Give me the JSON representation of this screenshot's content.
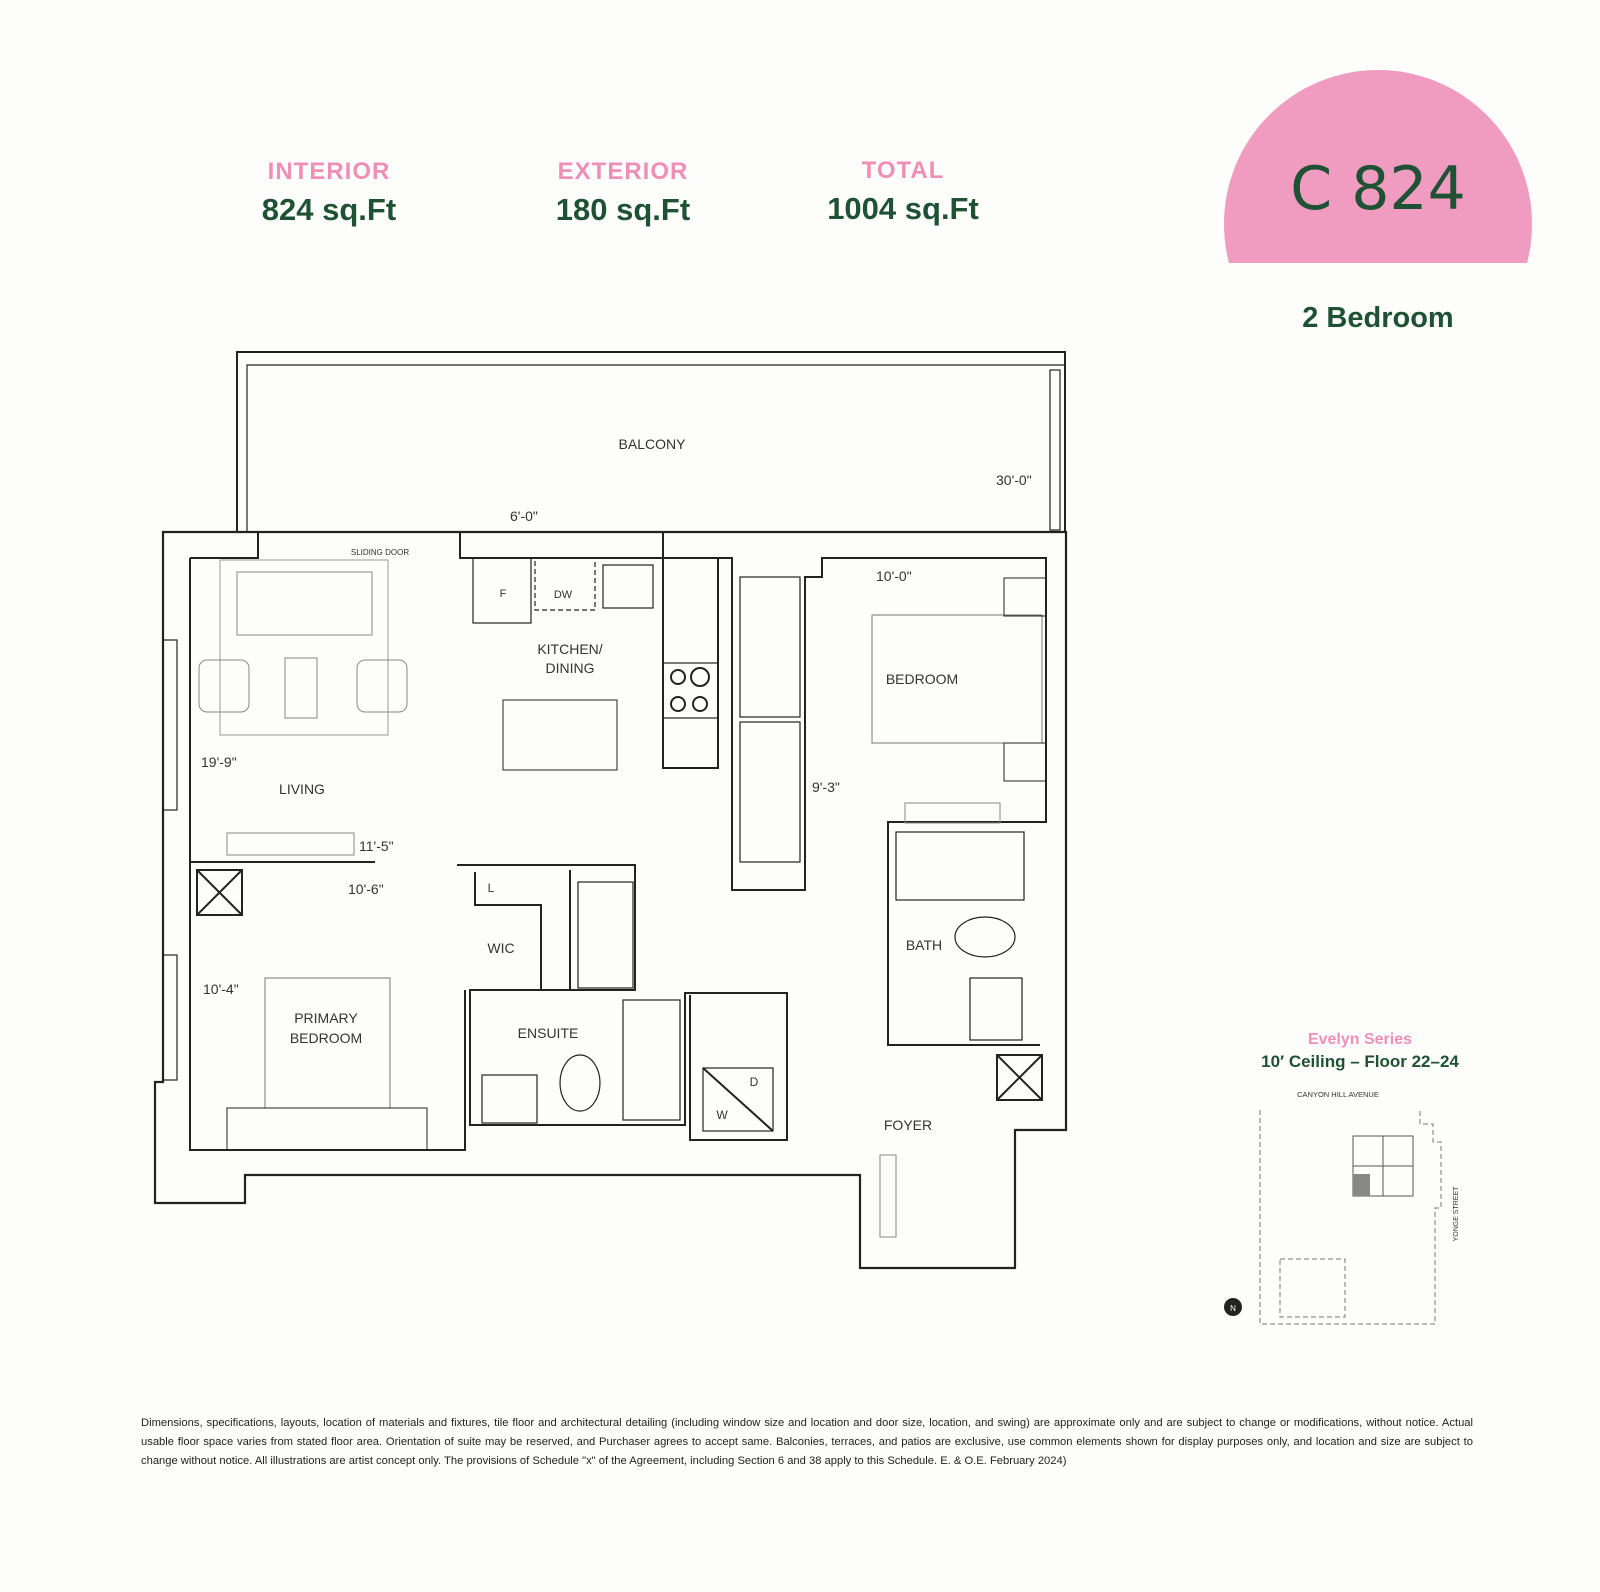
{
  "stats": [
    {
      "label": "INTERIOR",
      "value": "824 sq.Ft"
    },
    {
      "label": "EXTERIOR",
      "value": "180 sq.Ft"
    },
    {
      "label": "TOTAL",
      "value": "1004 sq.Ft"
    }
  ],
  "unit": {
    "code": "C 824",
    "bedrooms": "2 Bedroom"
  },
  "series": {
    "name": "Evelyn Series",
    "detail": "10′ Ceiling – Floor 22–24"
  },
  "keyplan": {
    "north_street": "CANYON HILL AVENUE",
    "east_street": "YONGE STREET",
    "north_label": "N"
  },
  "rooms": {
    "balcony": "BALCONY",
    "sliding_door": "SLIDING DOOR",
    "kitchen1": "KITCHEN/",
    "kitchen2": "DINING",
    "living": "LIVING",
    "bedroom": "BEDROOM",
    "bath": "BATH",
    "wic": "WIC",
    "ensuite": "ENSUITE",
    "primary1": "PRIMARY",
    "primary2": "BEDROOM",
    "foyer": "FOYER",
    "fridge": "F",
    "dishwasher": "DW",
    "linen": "L",
    "washer": "W",
    "dryer": "D"
  },
  "dimensions": {
    "balcony_depth": "6'-0\"",
    "balcony_width": "30'-0\"",
    "bedroom_w": "10'-0\"",
    "bedroom_d": "9'-3\"",
    "living_d": "19'-9\"",
    "living_w": "11'-5\"",
    "primary_w": "10'-6\"",
    "primary_d": "10'-4\""
  },
  "disclaimer": "Dimensions, specifications, layouts, location of materials and fixtures, tile floor and architectural detailing (including window size and location and door size, location, and swing) are approximate only and are subject to change or modifications, without notice. Actual usable floor space varies from stated floor area. Orientation of suite may be reserved, and Purchaser agrees to accept same. Balconies, terraces, and patios are exclusive, use common elements shown for display purposes only, and location and size are subject to change without notice. All illustrations are artist concept only. The provisions of Schedule \"x\" of the Agreement, including Section 6 and 38 apply to this Schedule. E. & O.E. February 2024)",
  "colors": {
    "pink": "#ef8fb6",
    "green": "#1f5234",
    "badge": "#f09cc0"
  }
}
